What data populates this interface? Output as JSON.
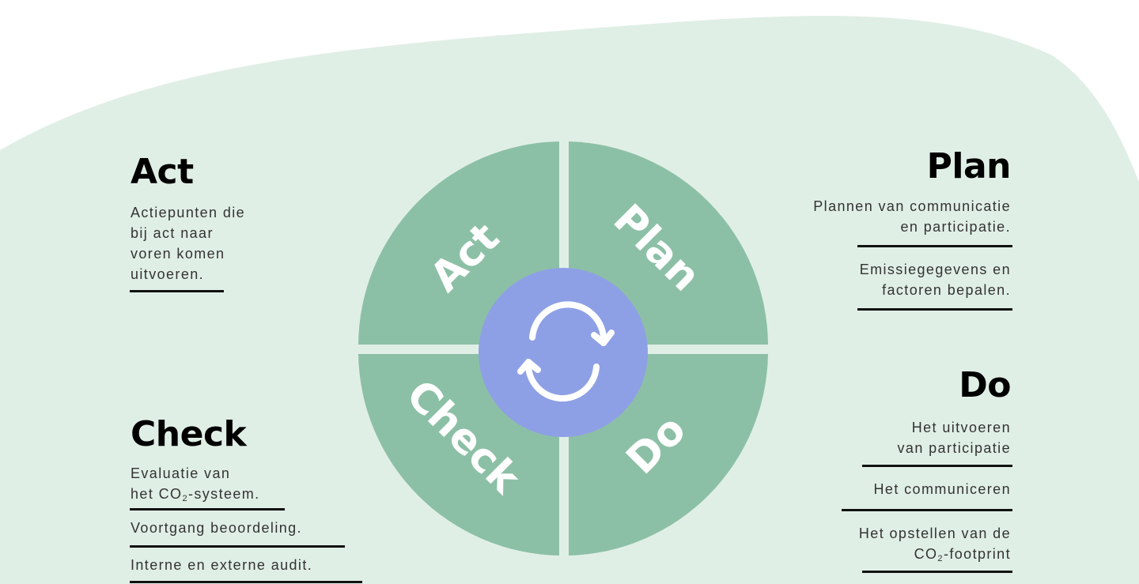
{
  "colors": {
    "background_blob": "#e0efe6",
    "quadrant": "#8cc0a6",
    "center": "#8ea0e5",
    "quadrant_text": "#ffffff",
    "rule": "#111111"
  },
  "wheel": {
    "center_icon": "refresh-cycle-icon",
    "labels": {
      "act": "Act",
      "plan": "Plan",
      "check": "Check",
      "do": "Do"
    }
  },
  "act": {
    "title": "Act",
    "items": [
      [
        "Actiepunten die",
        "bij act naar",
        "voren komen",
        "uitvoeren."
      ]
    ]
  },
  "plan": {
    "title": "Plan",
    "items": [
      [
        "Plannen van communicatie",
        "en participatie."
      ],
      [
        "Emissiegegevens en",
        "factoren bepalen."
      ]
    ]
  },
  "check": {
    "title": "Check",
    "items": {
      "a_line1": "Evaluatie van",
      "a_line2_pre": "het CO",
      "a_line2_sub": "2",
      "a_line2_post": "-systeem.",
      "b": "Voortgang beoordeling.",
      "c": "Interne en externe audit."
    }
  },
  "do": {
    "title": "Do",
    "items": {
      "a_line1": "Het uitvoeren",
      "a_line2": "van participatie",
      "b": "Het communiceren",
      "c_line1": "Het opstellen van de",
      "c_line2_pre": "CO",
      "c_line2_sub": "2",
      "c_line2_post": "-footprint"
    }
  }
}
